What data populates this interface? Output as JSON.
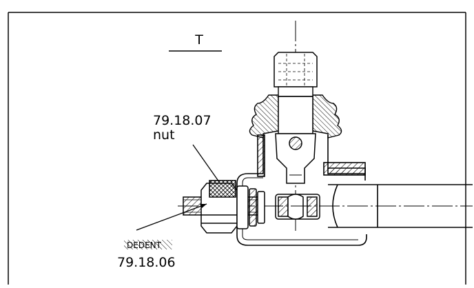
{
  "drawing": {
    "view_title": "T",
    "callout_top": {
      "part_number": "79.18.07",
      "part_name": "nut"
    },
    "callout_bottom": {
      "part_name": "DEDENT",
      "part_number": "79.18.06"
    }
  },
  "colors": {
    "ink": "#000000",
    "paper": "#ffffff"
  }
}
